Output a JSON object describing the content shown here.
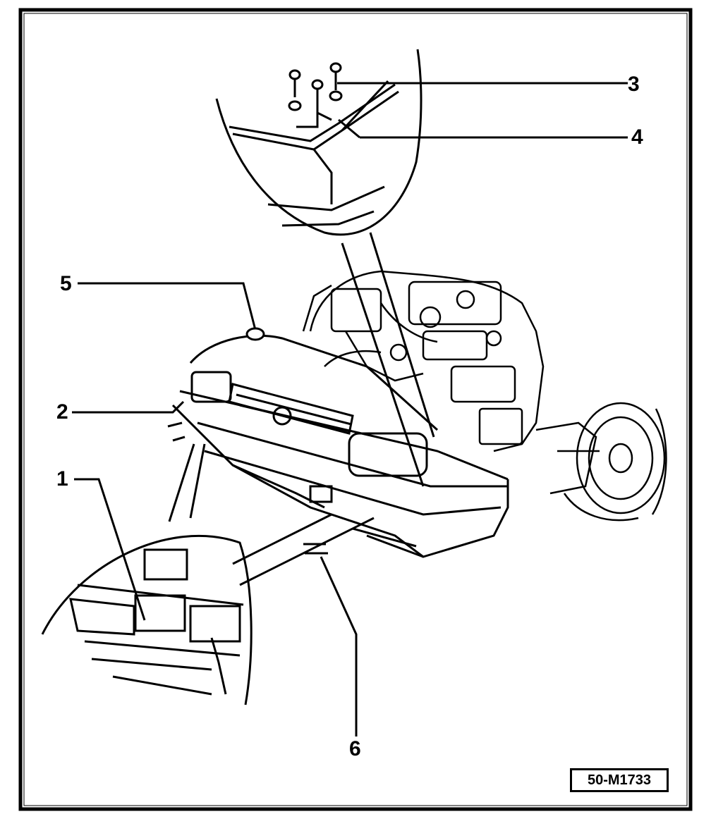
{
  "callouts": {
    "c1": "1",
    "c2": "2",
    "c3": "3",
    "c4": "4",
    "c5": "5",
    "c6": "6"
  },
  "reference": "50-M1733"
}
